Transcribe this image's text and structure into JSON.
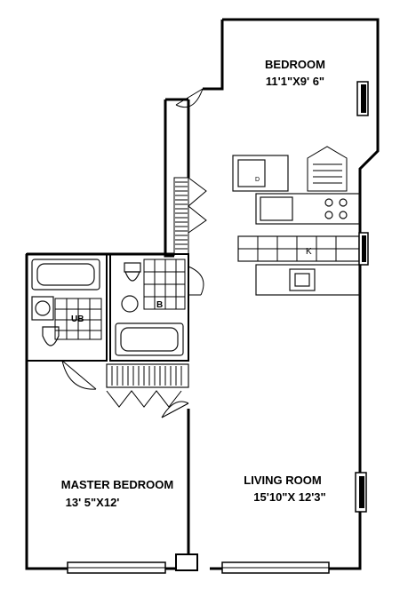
{
  "rooms": {
    "bedroom": {
      "name": "BEDROOM",
      "dims": "11'1\"X9' 6\""
    },
    "master_bedroom": {
      "name": "MASTER BEDROOM",
      "dims": "13' 5\"X12'"
    },
    "living_room": {
      "name": "LIVING ROOM",
      "dims": "15'10\"X 12'3\""
    }
  },
  "fixtures": {
    "bath1_label": "UB",
    "bath2_label": "B",
    "kitchen_label": "K",
    "dw_label": "D"
  }
}
